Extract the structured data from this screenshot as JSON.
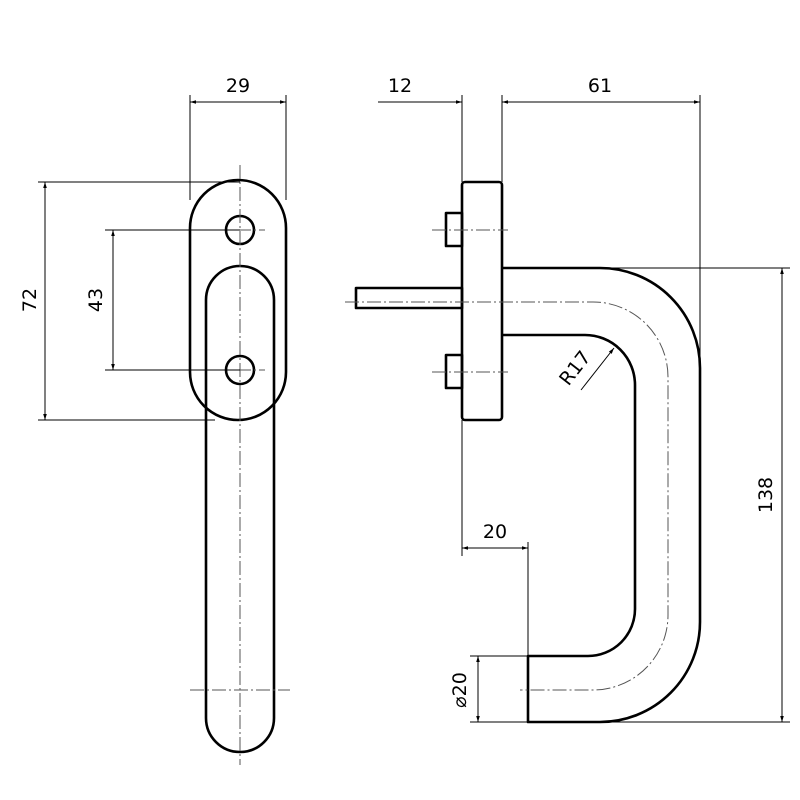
{
  "title": "Window handle technical drawing",
  "colors": {
    "line": "#000000",
    "centerline": "#555555",
    "background": "#ffffff"
  },
  "dimensions": {
    "rosette_width": "29",
    "rosette_height": "72",
    "hole_spacing": "43",
    "rosette_thickness": "12",
    "handle_projection": "61",
    "handle_length": "138",
    "spindle_offset": "20",
    "bend_radius": "R17",
    "grip_diameter": "⌀20"
  }
}
